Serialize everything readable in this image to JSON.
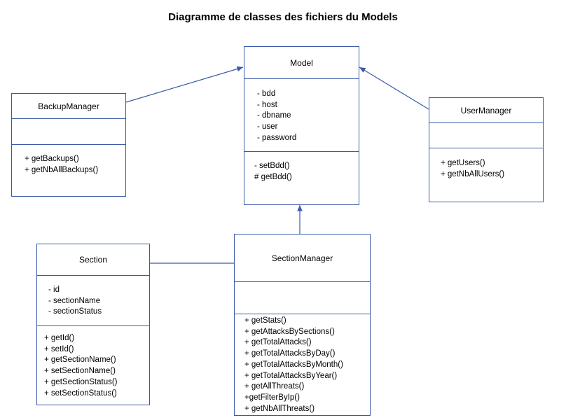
{
  "title": "Diagramme de classes des fichiers du Models",
  "classes": {
    "model": {
      "name": "Model",
      "attributes": [
        "- bdd",
        "- host",
        "- dbname",
        "- user",
        "- password"
      ],
      "methods": [
        "- setBdd()",
        "# getBdd()"
      ]
    },
    "backup_manager": {
      "name": "BackupManager",
      "attributes": [],
      "methods": [
        "+ getBackups()",
        "+ getNbAllBackups()"
      ]
    },
    "user_manager": {
      "name": "UserManager",
      "attributes": [],
      "methods": [
        "+ getUsers()",
        "+ getNbAllUsers()"
      ]
    },
    "section": {
      "name": "Section",
      "attributes": [
        "- id",
        "- sectionName",
        "- sectionStatus"
      ],
      "methods": [
        "+ getId()",
        "+ setId()",
        "+ getSectionName()",
        "+ setSectionName()",
        "+ getSectionStatus()",
        "+ setSectionStatus()"
      ]
    },
    "section_manager": {
      "name": "SectionManager",
      "attributes": [],
      "methods": [
        "+ getStats()",
        "+ getAttacksBySections()",
        "+ getTotalAttacks()",
        "+ getTotalAttacksByDay()",
        "+ getTotalAttacksByMonth()",
        "+ getTotalAttacksByYear()",
        "+ getAllThreats()",
        "+getFilterByIp()",
        "+ getNbAllThreats()"
      ]
    }
  },
  "line_color": "#3a5aa8"
}
